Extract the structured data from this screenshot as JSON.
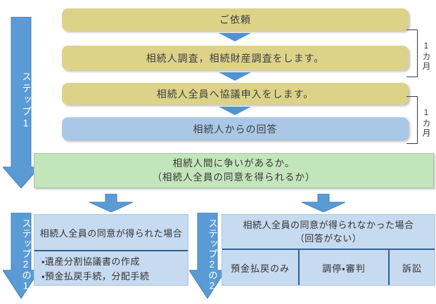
{
  "step1": {
    "label": "ステップ1"
  },
  "flow": {
    "boxes": [
      {
        "label": "ご依頼",
        "type": "yellow"
      },
      {
        "label": "相続人調査，相続財産調査をします。",
        "type": "yellow"
      },
      {
        "label": "相続人全員へ協議申入をします。",
        "type": "yellow"
      },
      {
        "label": "相続人からの回答",
        "type": "blue"
      }
    ],
    "duration_labels": [
      "1カ月",
      "1カ月"
    ]
  },
  "decision": {
    "line1": "相続人間に争いがあるか。",
    "line2": "（相続人全員の同意を得られるか）"
  },
  "step2_1": {
    "label": "ステップ2の1",
    "box": {
      "header": "相続人全員の同意が得られた場合",
      "items": [
        "・遺産分割協議書の作成",
        "・預金払戻手続，分配手続"
      ]
    }
  },
  "step2_2": {
    "label": "ステップ2の2",
    "box": {
      "header_line1": "相続人全員の同意が得られなかった場合",
      "header_line2": "（回答がない）",
      "cells": [
        "預金払戻のみ",
        "調停・審判",
        "訴訟"
      ]
    }
  },
  "colors": {
    "arrow_blue": "#5b9bd5",
    "arrow_blue_dark": "#4181bb",
    "box_yellow": "#dcd389",
    "box_blue": "#aac7e7",
    "box_green": "#c3e5bb",
    "green_border": "#a0cc98",
    "panel_blue": "#c6daf0",
    "panel_border": "#a9c6e5",
    "divider_navy": "#2e6193",
    "text_dark": "#3b3b3b"
  }
}
